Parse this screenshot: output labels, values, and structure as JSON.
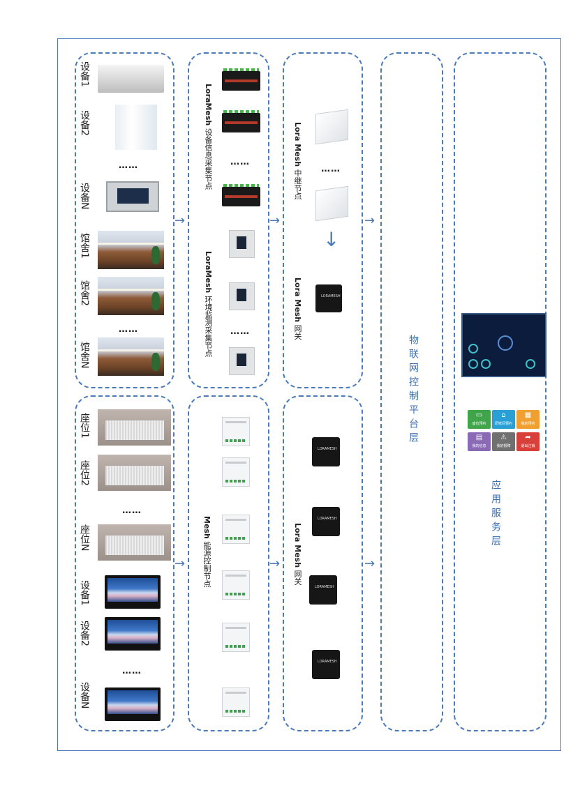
{
  "colors": {
    "border": "#4a7ab8",
    "platform_text": "#3a6fb0"
  },
  "col1_top": {
    "items": [
      {
        "label": "设备1",
        "picture": "turnstile"
      },
      {
        "label": "设备2",
        "picture": "kiosk"
      },
      {
        "label": "设备N",
        "picture": "panel-device"
      },
      {
        "label": "馆舍1",
        "picture": "reading-hall"
      },
      {
        "label": "馆舍2",
        "picture": "reading-hall"
      },
      {
        "label": "馆舍N",
        "picture": "reading-hall"
      }
    ],
    "ellipsis": "……"
  },
  "col1_bottom": {
    "items": [
      {
        "label": "座位1",
        "picture": "seat"
      },
      {
        "label": "座位2",
        "picture": "seat"
      },
      {
        "label": "座位N",
        "picture": "seat"
      },
      {
        "label": "设备1",
        "picture": "monitor"
      },
      {
        "label": "设备2",
        "picture": "monitor"
      },
      {
        "label": "设备N",
        "picture": "monitor"
      }
    ],
    "ellipsis": "……"
  },
  "col2_top": {
    "label1_bold": "LoraMesh",
    "label1_rest": " 设备信息采集节点",
    "label2_bold": "LoraMesh",
    "label2_rest": " 环境监测采集节点",
    "ellipsis": "……"
  },
  "col2_bottom": {
    "label_bold": "Mesh",
    "label_rest": " 能源控制节点"
  },
  "col3_top": {
    "label1_bold": "Lora Mesh",
    "label1_rest": " 中继节点",
    "label2_bold": "Lora Mesh",
    "label2_rest": " 网关",
    "ellipsis": "……",
    "gateway_text": "LORAMESH"
  },
  "col3_bottom": {
    "label_bold": "Lora Mesh",
    "label_rest": " 网关",
    "gateway_text": "LORAMESH"
  },
  "col4": {
    "label": "物联网控制平台层"
  },
  "col5": {
    "label": "应用服务层",
    "tiles": [
      {
        "label": "座位预约",
        "color": "#3fa44a",
        "icon": "cup-icon",
        "glyph": "▭"
      },
      {
        "label": "研修间预约",
        "color": "#2a9fd6",
        "icon": "graduation-cap-icon",
        "glyph": "⌂"
      },
      {
        "label": "我的预约",
        "color": "#f0a030",
        "icon": "calendar-icon",
        "glyph": "▦"
      },
      {
        "label": "我的信息",
        "color": "#8a6ab5",
        "icon": "card-icon",
        "glyph": "▤"
      },
      {
        "label": "我的报障",
        "color": "#707070",
        "icon": "warning-icon",
        "glyph": "⚠"
      },
      {
        "label": "退出注销",
        "color": "#d9403a",
        "icon": "share-arrow-icon",
        "glyph": "➦"
      }
    ]
  }
}
